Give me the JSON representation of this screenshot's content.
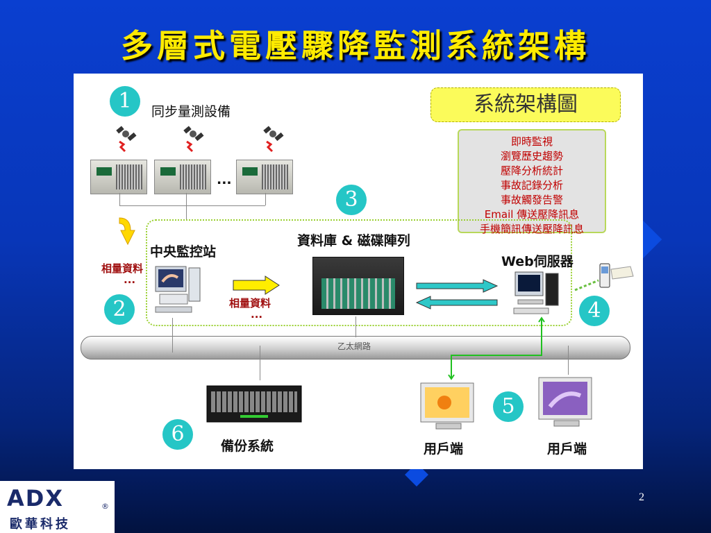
{
  "slide": {
    "title": "多層式電壓驟降監測系統架構",
    "page_number": "2"
  },
  "diagram": {
    "system_title": "系統架構圖",
    "features": [
      "即時監視",
      "瀏覽歷史趨勢",
      "壓降分析統計",
      "事故記錄分析",
      "事故觸發告警",
      "Email 傳送壓降訊息",
      "手機簡訊傳送壓降訊息"
    ],
    "nodes": {
      "sync": {
        "number": "1",
        "label": "同步量測設備",
        "ellipsis": "..."
      },
      "central": {
        "number": "2",
        "label": "中央監控站",
        "data_left": "相量資料",
        "data_left_more": "...",
        "data_mid": "相量資料",
        "data_mid_more": "..."
      },
      "database": {
        "number": "3",
        "label": "資料庫 & 磁碟陣列"
      },
      "web": {
        "number": "4",
        "label": "Web伺服器"
      },
      "clients": {
        "number": "5",
        "label_1": "用戶端",
        "label_2": "用戶端"
      },
      "backup": {
        "number": "6",
        "label": "備份系統"
      },
      "network": {
        "label": "乙太網路"
      }
    },
    "colors": {
      "circle": "#25c6c6",
      "title_yellow": "#ffeb00",
      "feature_red": "#c00000"
    }
  },
  "logo": {
    "mark": "ADX",
    "reg": "®",
    "company": "歐華科技"
  }
}
